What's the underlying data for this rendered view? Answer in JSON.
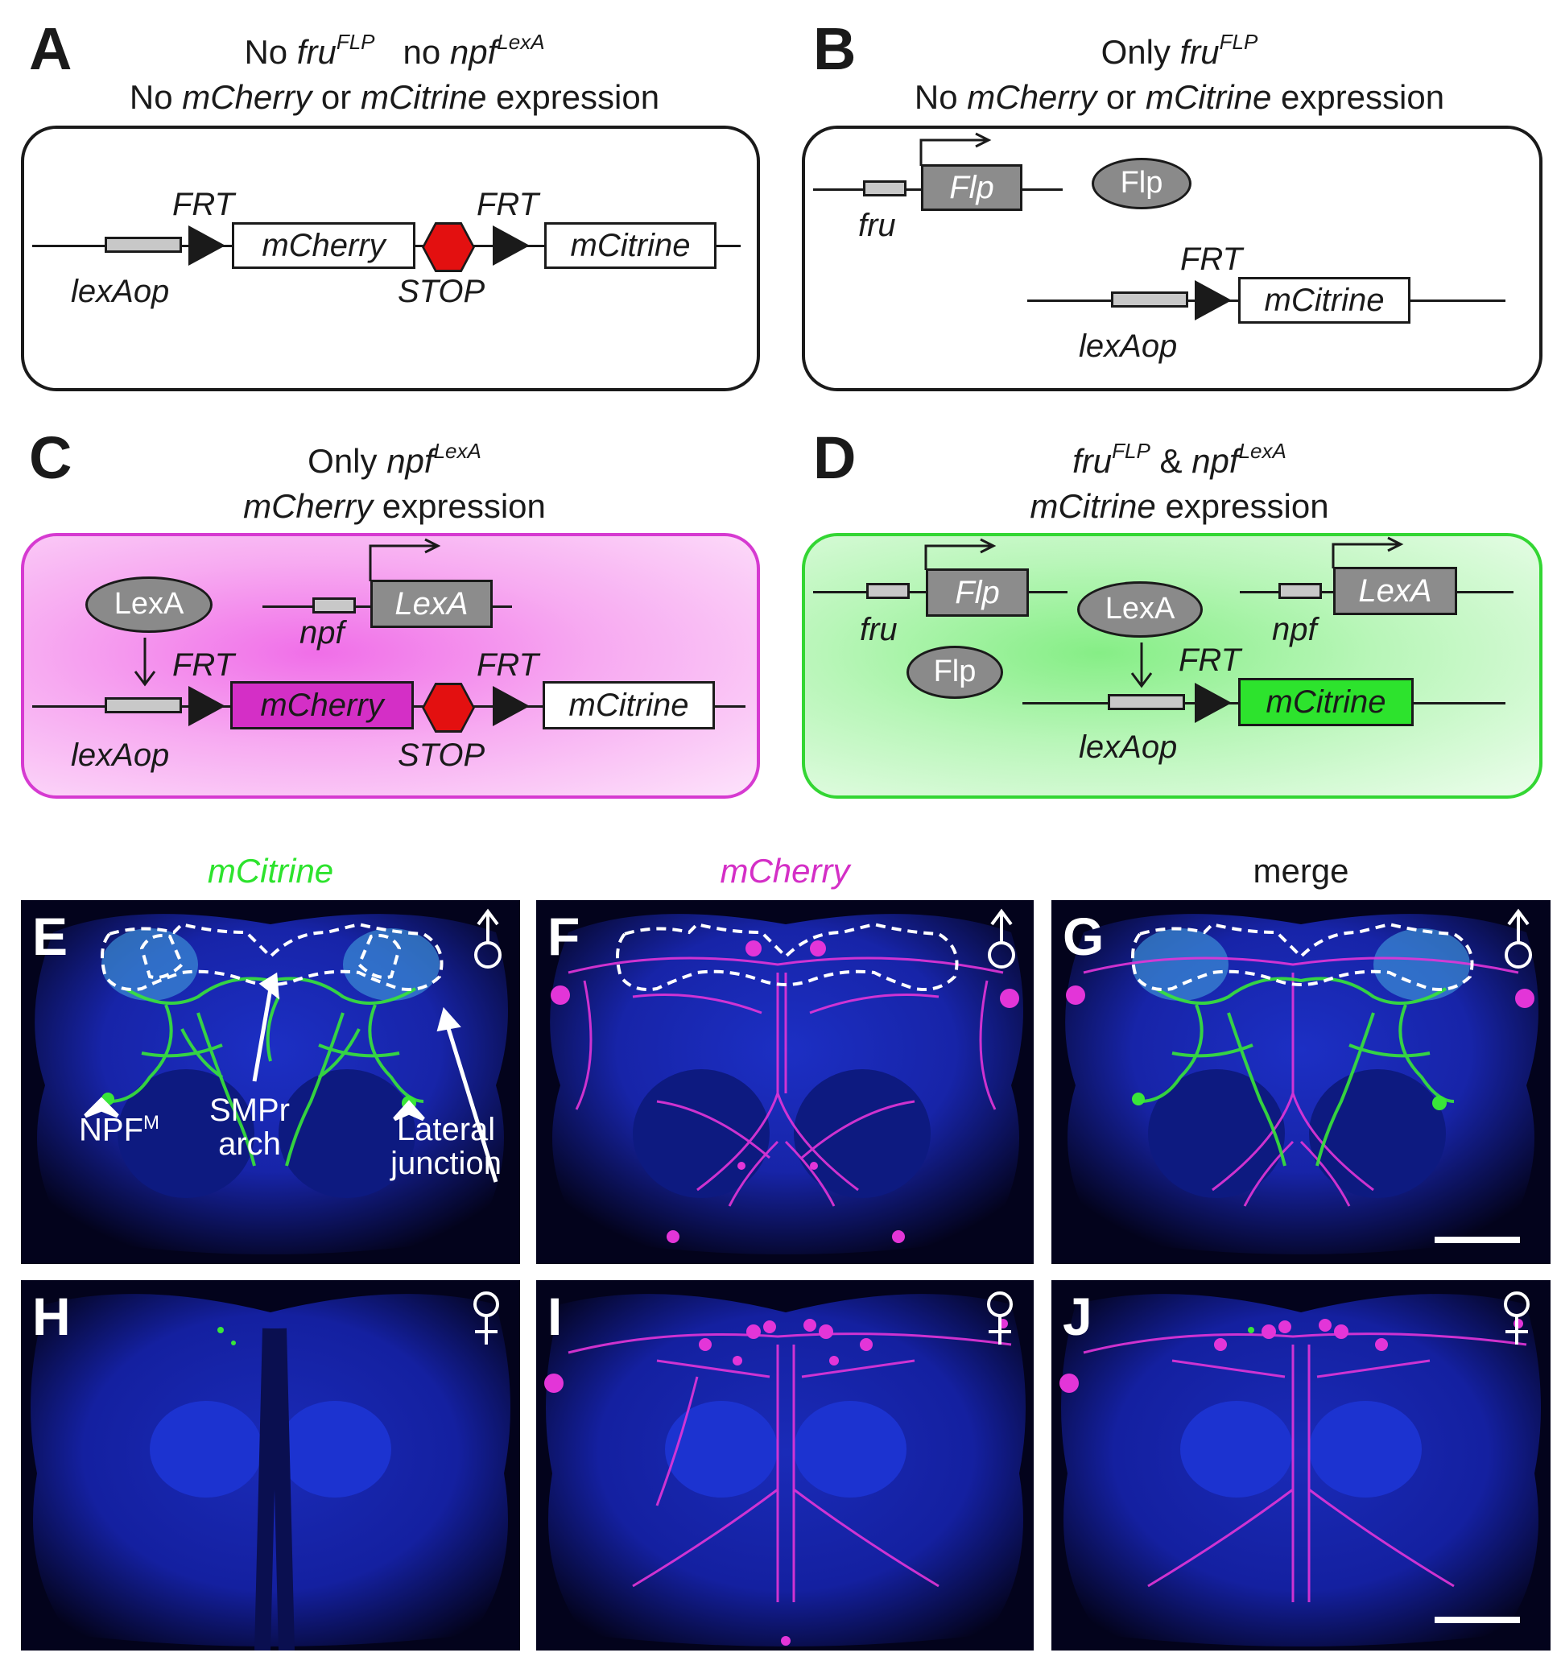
{
  "panels": {
    "A": {
      "letter": "A",
      "title_line1_a": "No ",
      "title_line1_b": "fru",
      "title_line1_c": "FLP",
      "title_line1_d": "   no ",
      "title_line1_e": "npf",
      "title_line1_f": "LexA",
      "title_line2_a": "No ",
      "title_line2_b": "mCherry",
      "title_line2_c": " or ",
      "title_line2_d": "mCitrine",
      "title_line2_e": " expression",
      "frt1": "FRT",
      "frt2": "FRT",
      "gene1": "mCherry",
      "gene2": "mCitrine",
      "promoter": "lexAop",
      "stop": "STOP"
    },
    "B": {
      "letter": "B",
      "title_line1_a": "Only ",
      "title_line1_b": "fru",
      "title_line1_c": "FLP",
      "title_line2_a": "No ",
      "title_line2_b": "mCherry",
      "title_line2_c": " or ",
      "title_line2_d": "mCitrine",
      "title_line2_e": " expression",
      "flp_gene": "Flp",
      "flp_protein": "Flp",
      "fru": "fru",
      "frt": "FRT",
      "gene": "mCitrine",
      "promoter": "lexAop"
    },
    "C": {
      "letter": "C",
      "title_line1_a": "Only ",
      "title_line1_b": "npf",
      "title_line1_c": "LexA",
      "title_line2_a": "mCherry",
      "title_line2_b": " expression",
      "lexa_protein": "LexA",
      "lexa_gene": "LexA",
      "npf": "npf",
      "frt1": "FRT",
      "frt2": "FRT",
      "gene1": "mCherry",
      "gene2": "mCitrine",
      "promoter": "lexAop",
      "stop": "STOP"
    },
    "D": {
      "letter": "D",
      "title_line1_a": "fru",
      "title_line1_b": "FLP",
      "title_line1_c": " & ",
      "title_line1_d": "npf",
      "title_line1_e": "LexA",
      "title_line2_a": "mCitrine",
      "title_line2_b": " expression",
      "flp_gene": "Flp",
      "flp_protein": "Flp",
      "fru": "fru",
      "lexa_protein": "LexA",
      "lexa_gene": "LexA",
      "npf": "npf",
      "frt": "FRT",
      "gene": "mCitrine",
      "promoter": "lexAop"
    }
  },
  "images": {
    "col_titles": {
      "green": "mCitrine",
      "magenta": "mCherry",
      "merge": "merge"
    },
    "E": {
      "letter": "E",
      "sex": "male"
    },
    "F": {
      "letter": "F",
      "sex": "male"
    },
    "G": {
      "letter": "G",
      "sex": "male"
    },
    "H": {
      "letter": "H",
      "sex": "female"
    },
    "I": {
      "letter": "I",
      "sex": "female"
    },
    "J": {
      "letter": "J",
      "sex": "female"
    },
    "annotations": {
      "npf_a": "NPF",
      "npf_b": "M",
      "smpr1": "SMPr",
      "smpr2": "arch",
      "lat1": "Lateral",
      "lat2": "junction"
    }
  },
  "colors": {
    "mcherry": "#d42fc6",
    "mcitrine": "#2de32d",
    "stop": "#e31010",
    "background_microscopy": "#03031c",
    "dapi_blue": "#1c2fd6"
  }
}
